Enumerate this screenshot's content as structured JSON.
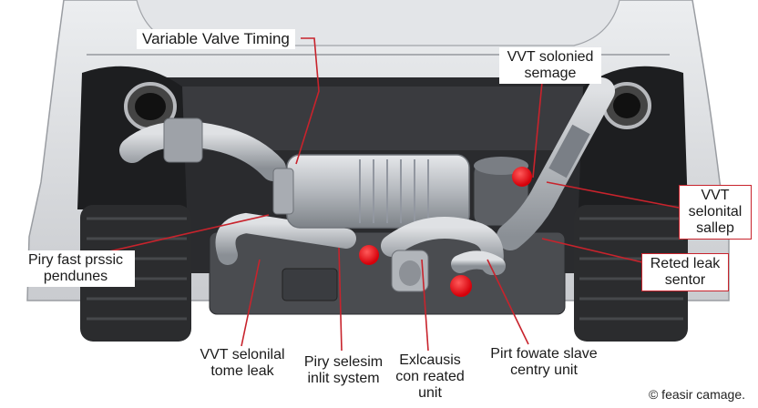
{
  "colors": {
    "leader_line": "#c8232c",
    "marker_dot": "#e8101a",
    "car_body": "#d8d9dc",
    "tire": "#2b2c2e",
    "engine_metal": "#b9bcc1"
  },
  "labels": {
    "title": "Variable Valve Timing",
    "vvt_solenoid_semage": "VVT solonied\nsemage",
    "vvt_solenoid_sallep": "VVT\nselonital\nsallep",
    "pipe_fast_pressure": "Piry fast prssic\npendunes",
    "related_leak_sensor": "Reted leak\nsentor",
    "vvt_solenoid_leak": "VVT selonilal\ntome leak",
    "piry_selesin": "Piry selesim\ninlit system",
    "exhaust_unit": "Exlcausis\ncon reated\nunit",
    "port_slave_unit": "Pirt fowate slave\ncentry unit"
  },
  "credit": "© feasir camage.",
  "icons": [
    "red-marker-dot"
  ]
}
